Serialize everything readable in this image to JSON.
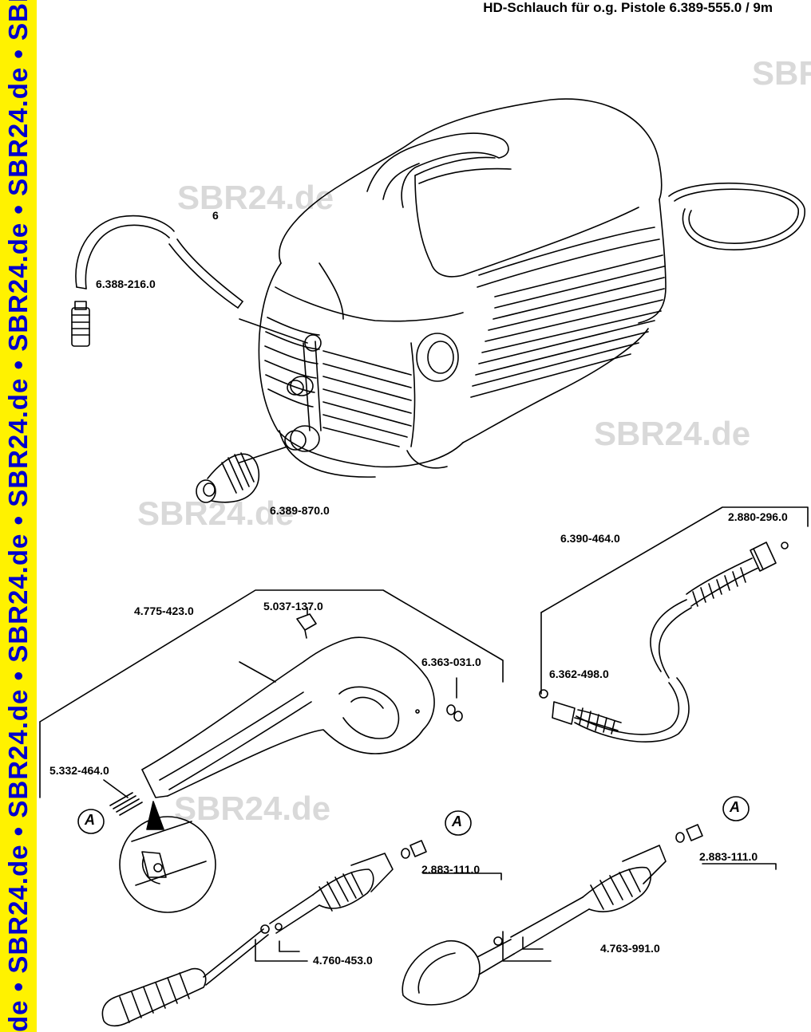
{
  "header": {
    "title": "HD-Schlauch für o.g. Pistole 6.389-555.0 / 9m"
  },
  "sidebar": {
    "watermark_text": "de • SBR24.de • SBR24.de • SBR24.de • SBR24.de • SBR24.de • SBR24.de • SBR24.de • S"
  },
  "watermarks": [
    "SBR",
    "SBR24.de",
    "SBR24.de",
    "SBR24.de",
    "SBR24.de"
  ],
  "item_number": "6",
  "callout_letter": "A",
  "parts": [
    {
      "no": "6.388-216.0"
    },
    {
      "no": "6.389-870.0"
    },
    {
      "no": "2.880-296.0"
    },
    {
      "no": "6.390-464.0"
    },
    {
      "no": "4.775-423.0"
    },
    {
      "no": "5.037-137.0"
    },
    {
      "no": "6.363-031.0"
    },
    {
      "no": "6.362-498.0"
    },
    {
      "no": "5.332-464.0"
    },
    {
      "no": "2.883-111.0"
    },
    {
      "no": "2.883-111.0"
    },
    {
      "no": "4.760-453.0"
    },
    {
      "no": "4.763-991.0"
    }
  ],
  "colors": {
    "sidebar_bg": "#fff200",
    "sidebar_text": "#0000cc",
    "watermark": "#d9d9d9",
    "lines": "#000000"
  }
}
